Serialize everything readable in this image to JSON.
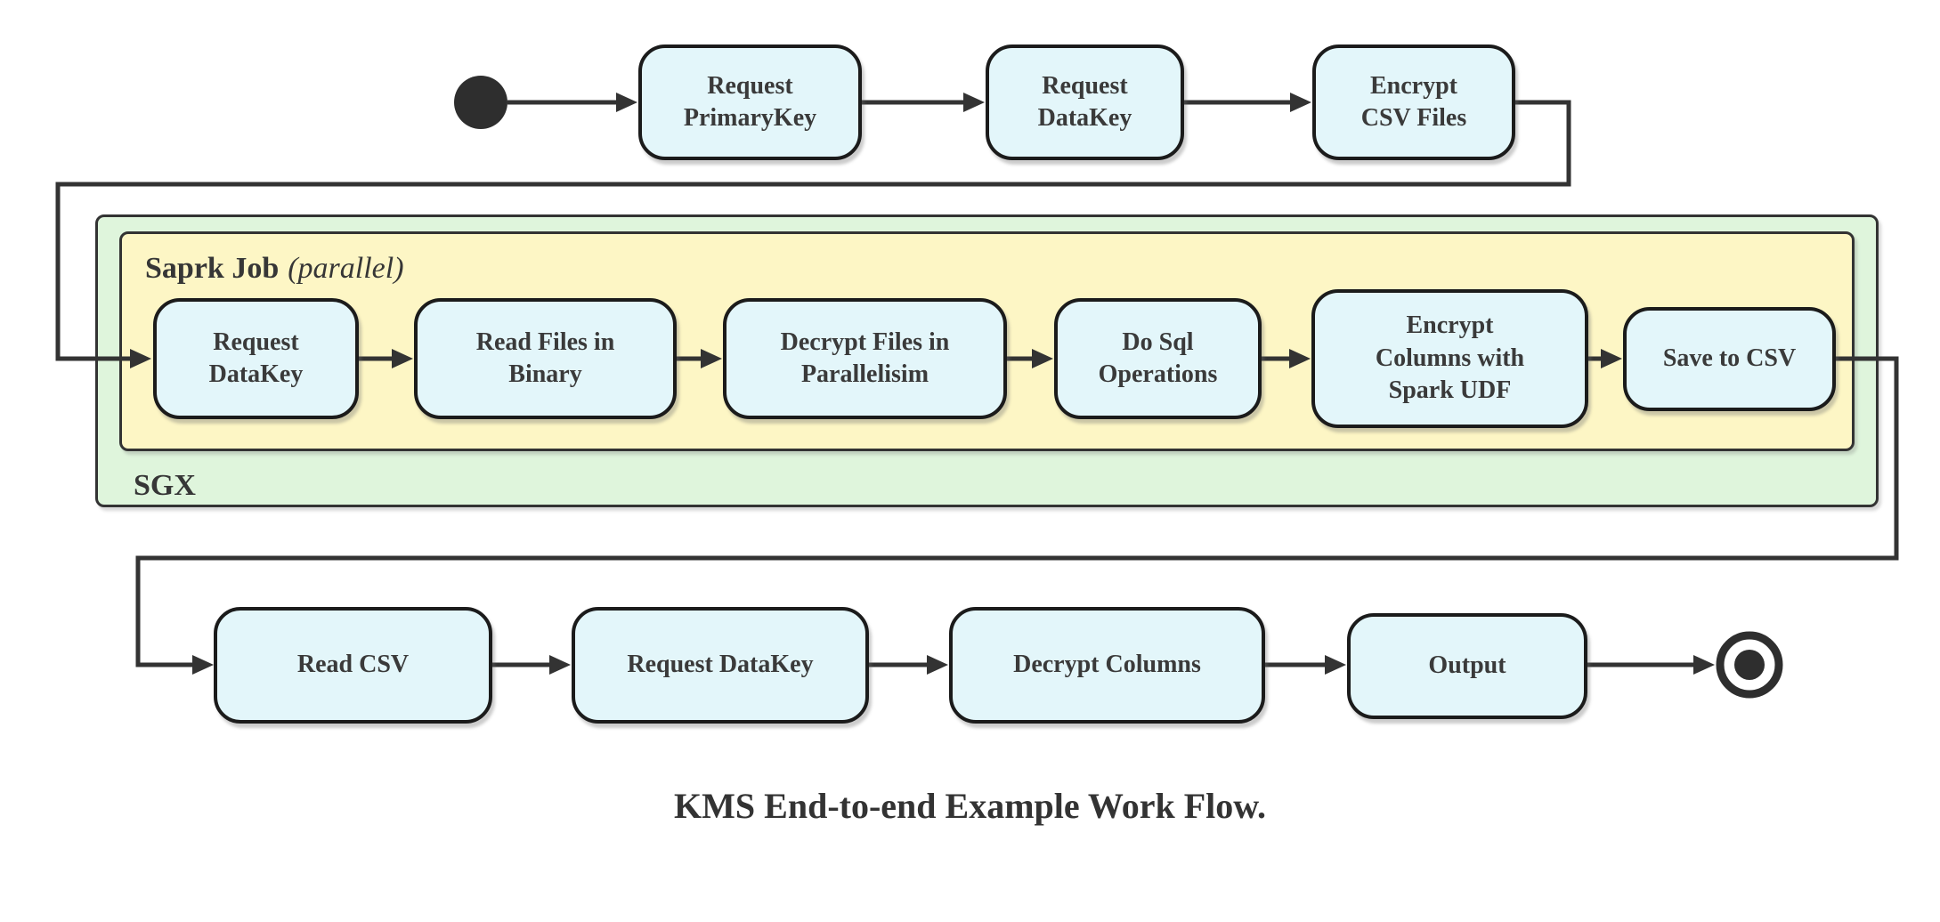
{
  "diagram": {
    "caption": "KMS End-to-end Example Work Flow.",
    "containers": {
      "sgx": {
        "label": "SGX"
      },
      "spark_job": {
        "label": "Saprk Job",
        "suffix": "(parallel)"
      }
    },
    "top_row": {
      "request_primarykey": "Request\nPrimaryKey",
      "request_datakey": "Request\nDataKey",
      "encrypt_csv_files": "Encrypt\nCSV Files"
    },
    "spark_row": {
      "request_datakey": "Request\nDataKey",
      "read_files_in_binary": "Read Files in\nBinary",
      "decrypt_files_in_parallelisim": "Decrypt Files in\nParallelisim",
      "do_sql_operations": "Do Sql\nOperations",
      "encrypt_columns_with_spark_udf": "Encrypt\nColumns with\nSpark UDF",
      "save_to_csv": "Save to CSV"
    },
    "bottom_row": {
      "read_csv": "Read CSV",
      "request_datakey": "Request DataKey",
      "decrypt_columns": "Decrypt Columns",
      "output": "Output"
    },
    "colors": {
      "state_fill": "#e3f6fa",
      "spark_container_fill": "#fdf6c5",
      "sgx_container_fill": "#dff5dc",
      "line": "#333333",
      "border": "#1b1b1b"
    }
  }
}
